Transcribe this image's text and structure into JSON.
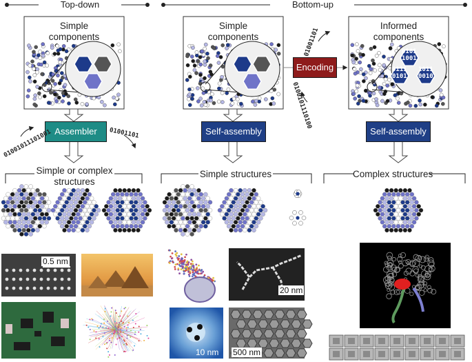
{
  "sections": {
    "top_down": "Top-down",
    "bottom_up": "Bottom-up"
  },
  "boxes": {
    "simple_components_1": [
      "Simple",
      "components"
    ],
    "simple_components_2": [
      "Simple",
      "components"
    ],
    "informed_components": [
      "Informed",
      "components"
    ]
  },
  "processes": {
    "assembler": "Assembler",
    "encoding": "Encoding",
    "self_assembly_1": "Self-assembly",
    "self_assembly_2": "Self-assembly"
  },
  "binary": {
    "left_lower": "01001011101001",
    "left_upper": "01001101",
    "enc_top": "01001101",
    "enc_bottom": "0100101110100"
  },
  "hex_codes": [
    "0101",
    "1001",
    "0111",
    "0101",
    "1011",
    "0010"
  ],
  "structures": {
    "simple_or_complex": [
      "Simple or complex",
      "structures"
    ],
    "simple": "Simple structures",
    "complex": "Complex structures"
  },
  "scale_bars": {
    "atoms": "0.5 nm",
    "nanowire": "20 nm",
    "fluor": "10 nm",
    "crystals": "500 nm"
  },
  "colors": {
    "assembler": "#1e8c86",
    "encoding": "#8e1b1b",
    "self_assembly": "#1f3f86",
    "navy": "#1d3a8a",
    "lavender": "#6f73c8",
    "light_lavender": "#b6b8e6",
    "dark_grey": "#555555"
  }
}
